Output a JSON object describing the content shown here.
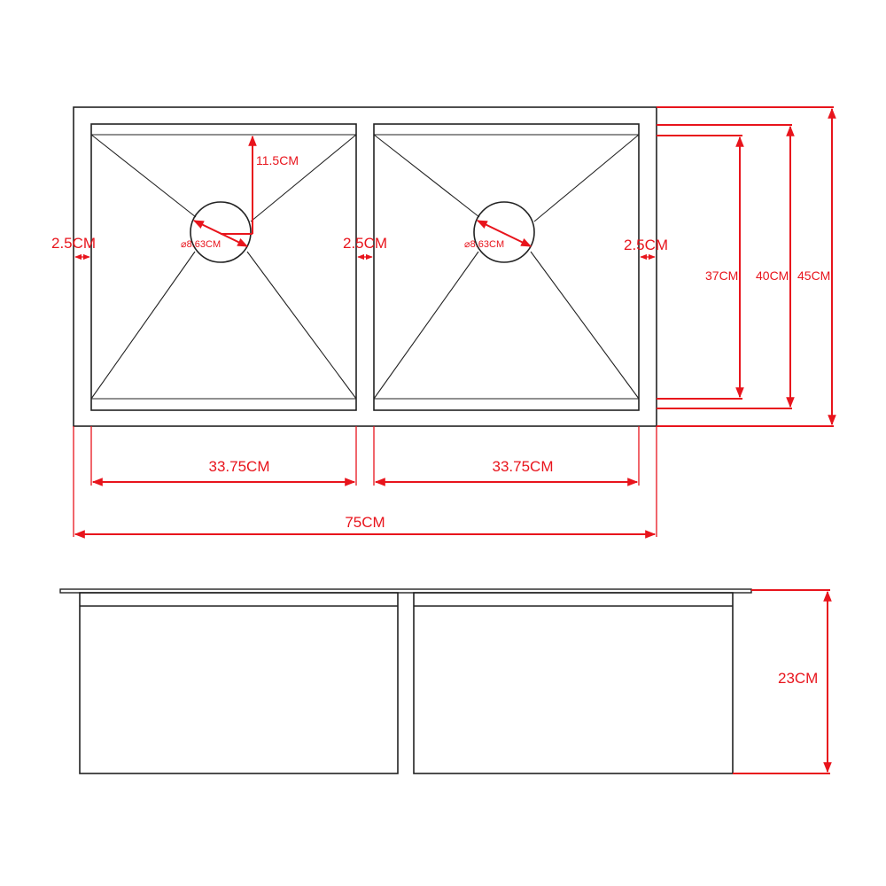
{
  "top_view": {
    "drain_offset_label": "11.5CM",
    "left_drain_diameter_label": "⌀8.63CM",
    "right_drain_diameter_label": "⌀8.63CM",
    "left_rim_label": "2.5CM",
    "middle_divider_label": "2.5CM",
    "right_rim_label": "2.5CM",
    "inner_depth_label": "37CM",
    "bowl_depth_label": "40CM",
    "overall_depth_label": "45CM",
    "left_bowl_width_label": "33.75CM",
    "right_bowl_width_label": "33.75CM",
    "overall_width_label": "75CM"
  },
  "side_view": {
    "height_label": "23CM"
  },
  "colors": {
    "dimension": "#e8141c",
    "outline": "#222222"
  }
}
